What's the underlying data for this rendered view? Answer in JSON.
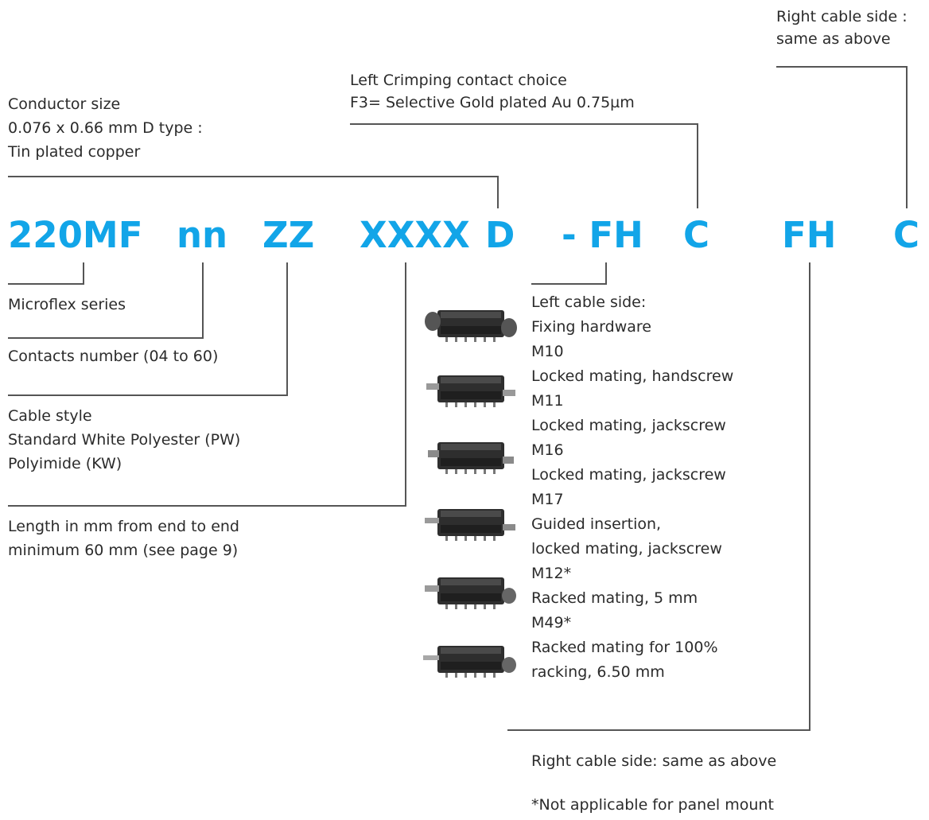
{
  "code": {
    "series": "220MF",
    "contacts": "nn",
    "cable_style": "ZZ",
    "length": "XXXX",
    "conductor": "D",
    "left_hw": "- FH",
    "left_contact": "C",
    "right_hw": "FH",
    "right_contact": "C"
  },
  "right_cable_top": [
    "Right cable side :",
    "same as above"
  ],
  "left_crimping": [
    "Left Crimping contact choice",
    "F3= Selective Gold plated Au 0.75µm"
  ],
  "conductor_size": [
    "Conductor size",
    "0.076 x 0.66 mm D type :",
    "Tin plated copper"
  ],
  "microflex": "Microflex series",
  "contacts_number": "Contacts number (04 to 60)",
  "cable_style": [
    "Cable style",
    "Standard White Polyester (PW)",
    "Polyimide (KW)"
  ],
  "length_info": [
    "Length in mm from end to end",
    "minimum 60 mm (see page 9)"
  ],
  "left_cable_side": [
    "Left cable side:",
    "Fixing hardware",
    "M10",
    "Locked mating, handscrew",
    "M11",
    "Locked mating, jackscrew",
    "M16",
    "Locked mating, jackscrew",
    "M17",
    "Guided insertion,",
    "locked mating, jackscrew",
    "M12*",
    "Racked mating, 5 mm",
    "M49*",
    "Racked mating for 100%",
    "racking, 6.50 mm"
  ],
  "right_cable_bottom": "Right cable side: same as above",
  "footnote": "*Not applicable for panel mount",
  "colors": {
    "accent": "#12a5e8",
    "line": "#555555",
    "text": "#2b2b2b",
    "connector": "#2e2e2e"
  },
  "connector_icons": [
    "M10",
    "M11",
    "M16",
    "M17",
    "M12",
    "M49"
  ]
}
